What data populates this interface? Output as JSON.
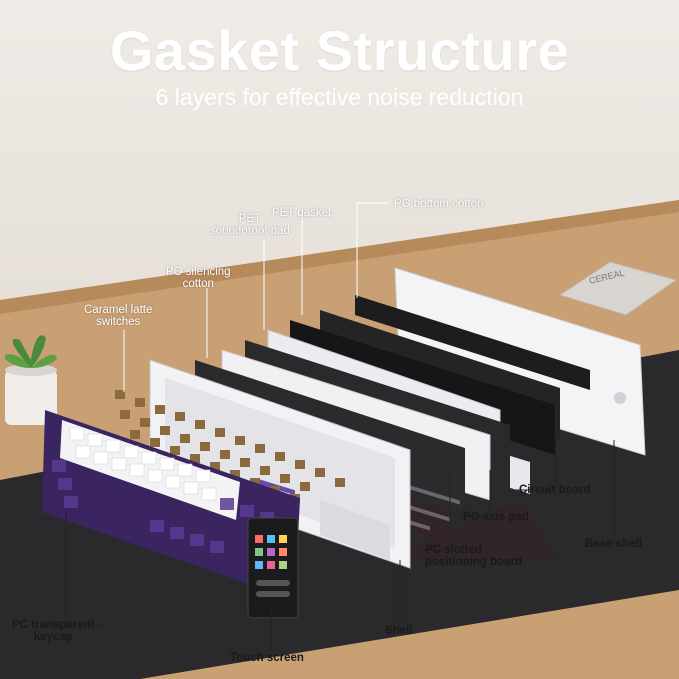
{
  "header": {
    "title": "Gasket Structure",
    "subtitle": "6 layers for effective noise reduction"
  },
  "labels": {
    "pet_soundproof_pad_1": "PET",
    "pet_soundproof_pad_2": "soundoroof pad",
    "pet_gasket": "PET gasket",
    "po_bottom_cotton": "PO bottom cotton",
    "po_silencing_cotton_1": "PO silencing",
    "po_silencing_cotton_2": "cotton",
    "caramel_switches_1": "Caramel latte",
    "caramel_switches_2": "switches",
    "circuit_board": "Circuit board",
    "po_axis_pad": "PO axis pad",
    "pc_slotted_board_1": "PC slotted",
    "pc_slotted_board_2": "positioning board",
    "base_shell": "Base shell",
    "pc_transparent_keycap_1": "PC transparent",
    "pc_transparent_keycap_2": "keycap",
    "shell": "Shell",
    "touch_screen": "Touch screen"
  },
  "colors": {
    "accent_purple": "#4a2d7a",
    "desk_mat": "#2b2b2d",
    "wood": "#c79a6c"
  },
  "icons": [
    "plant-icon",
    "keyboard-illustration",
    "book-icon"
  ]
}
